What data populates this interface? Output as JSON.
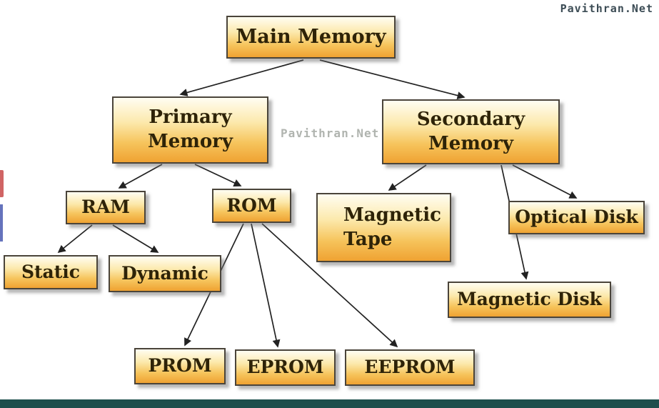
{
  "page": {
    "watermark_top": "Pavithran.Net",
    "watermark_center": "Pavithran.Net"
  },
  "colors": {
    "box_gradient_top": "#fffdf2",
    "box_gradient_bottom": "#efa232",
    "box_border": "#4a443a",
    "box_text": "#2e2308",
    "arrow": "#222222",
    "bottom_bar": "#1d4f4c",
    "watermark_top": "#3c4c55",
    "watermark_center": "#a3a7a2"
  },
  "diagram": {
    "type": "tree",
    "title": "Main Memory classification",
    "nodes": [
      {
        "id": "main-memory",
        "label": "Main Memory"
      },
      {
        "id": "primary-memory",
        "label": "Primary Memory"
      },
      {
        "id": "secondary-memory",
        "label": "Secondary Memory"
      },
      {
        "id": "ram",
        "label": "RAM"
      },
      {
        "id": "rom",
        "label": "ROM"
      },
      {
        "id": "magnetic-tape",
        "label": "Magnetic Tape"
      },
      {
        "id": "optical-disk",
        "label": "Optical Disk"
      },
      {
        "id": "static",
        "label": "Static"
      },
      {
        "id": "dynamic",
        "label": "Dynamic"
      },
      {
        "id": "magnetic-disk",
        "label": "Magnetic Disk"
      },
      {
        "id": "prom",
        "label": "PROM"
      },
      {
        "id": "eprom",
        "label": "EPROM"
      },
      {
        "id": "eeprom",
        "label": "EEPROM"
      }
    ],
    "edges": [
      {
        "from": "main-memory",
        "to": "primary-memory"
      },
      {
        "from": "main-memory",
        "to": "secondary-memory"
      },
      {
        "from": "primary-memory",
        "to": "ram"
      },
      {
        "from": "primary-memory",
        "to": "rom"
      },
      {
        "from": "ram",
        "to": "static"
      },
      {
        "from": "ram",
        "to": "dynamic"
      },
      {
        "from": "rom",
        "to": "prom"
      },
      {
        "from": "rom",
        "to": "eprom"
      },
      {
        "from": "rom",
        "to": "eeprom"
      },
      {
        "from": "secondary-memory",
        "to": "magnetic-tape"
      },
      {
        "from": "secondary-memory",
        "to": "optical-disk"
      },
      {
        "from": "secondary-memory",
        "to": "magnetic-disk"
      }
    ]
  }
}
